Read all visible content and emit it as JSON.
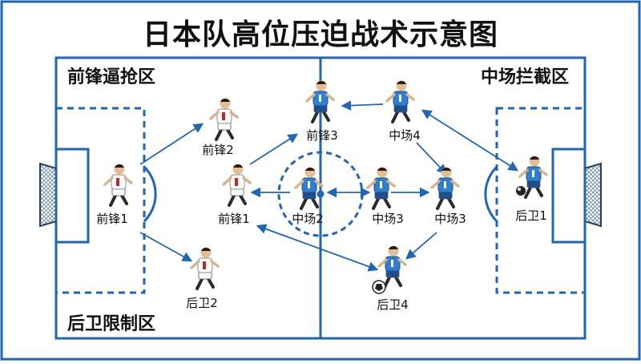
{
  "title": "日本队高位压迫战术示意图",
  "zones": {
    "top_left": "前锋逼抢区",
    "top_right": "中场拦截区",
    "bottom_left": "后卫限制区"
  },
  "colors": {
    "field_line": "#1f66b5",
    "arrow": "#1f66b5",
    "home_kit": "#2f7fd0",
    "away_kit": "#ffffff"
  },
  "players": [
    {
      "id": "p_fw1_white",
      "label": "前锋1",
      "team": "white"
    },
    {
      "id": "p_fw2_white",
      "label": "前锋2",
      "team": "white"
    },
    {
      "id": "p_fw1b_white",
      "label": "前锋1",
      "team": "white"
    },
    {
      "id": "p_df2_white",
      "label": "后卫2",
      "team": "white"
    },
    {
      "id": "p_fw3_blue",
      "label": "前锋3",
      "team": "blue"
    },
    {
      "id": "p_mf4_blue",
      "label": "中场4",
      "team": "blue"
    },
    {
      "id": "p_mf2_blue",
      "label": "中场2",
      "team": "blue"
    },
    {
      "id": "p_mf3a_blue",
      "label": "中场3",
      "team": "blue"
    },
    {
      "id": "p_mf3b_blue",
      "label": "中场3",
      "team": "blue"
    },
    {
      "id": "p_df1_blue",
      "label": "后卫1",
      "team": "blue"
    },
    {
      "id": "p_df4_blue",
      "label": "后卫4",
      "team": "blue"
    }
  ]
}
